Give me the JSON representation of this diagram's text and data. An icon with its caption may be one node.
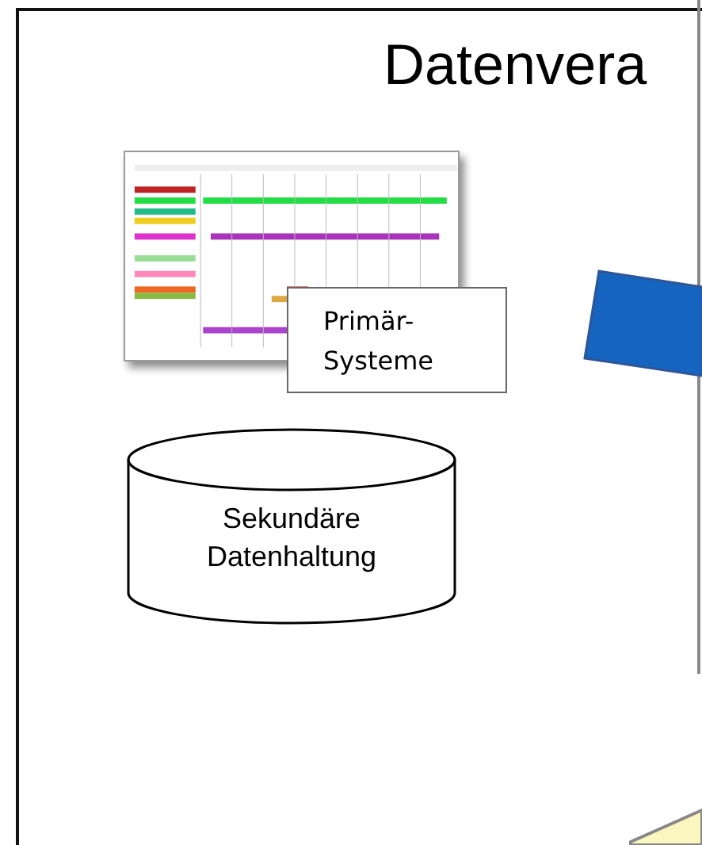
{
  "diagram": {
    "title": "Datenvera",
    "nodes": [
      {
        "text": [],
        "shape": "picture"
      },
      {
        "text": [
          "Primär- Systeme"
        ]
      },
      {
        "text": [
          "Sekundäre Datenhaltung"
        ]
      },
      {
        "text": [],
        "shape": "box"
      },
      {
        "text": [],
        "shape": "box"
      }
    ]
  }
}
